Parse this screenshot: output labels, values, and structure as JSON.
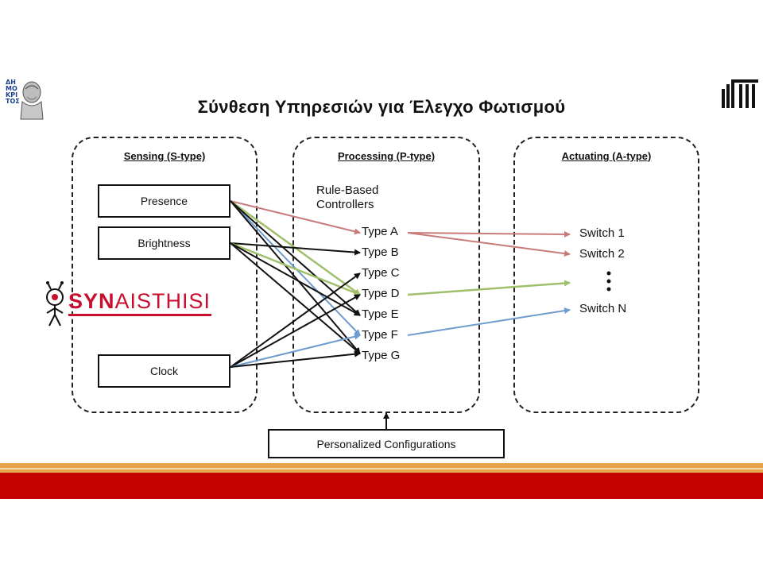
{
  "slide": {
    "title": "Σύνθεση Υπηρεσιών για Έλεγχο Φωτισμού"
  },
  "logos": {
    "left": {
      "name": "demokritos-logo",
      "text": "ΔΗΜΟΚΡΙΤΟΣ"
    },
    "right": {
      "name": "iit-logo"
    },
    "synaisthisi": {
      "prefix": "SYN",
      "suffix": "AISTHISI"
    }
  },
  "groups": {
    "sensing": {
      "label": "Sensing (S-type)",
      "items": [
        "Presence",
        "Brightness",
        "Clock"
      ]
    },
    "processing": {
      "label": "Processing (P-type)",
      "subtitle_line1": "Rule-Based",
      "subtitle_line2": "Controllers",
      "items": [
        "Type A",
        "Type B",
        "Type C",
        "Type D",
        "Type E",
        "Type F",
        "Type G"
      ]
    },
    "actuating": {
      "label": "Actuating (A-type)",
      "items": [
        "Switch 1",
        "Switch 2",
        "Switch N"
      ],
      "ellipsis": "• • •"
    }
  },
  "config": {
    "label": "Personalized Configurations"
  },
  "colors": {
    "arrow_red": "#c97a7a",
    "arrow_green": "#9fbf6a",
    "arrow_blue": "#6f9ccf",
    "arrow_black": "#111111",
    "band_orange": "#e8a24a",
    "band_red": "#c40000",
    "brand_red": "#c8102e"
  }
}
